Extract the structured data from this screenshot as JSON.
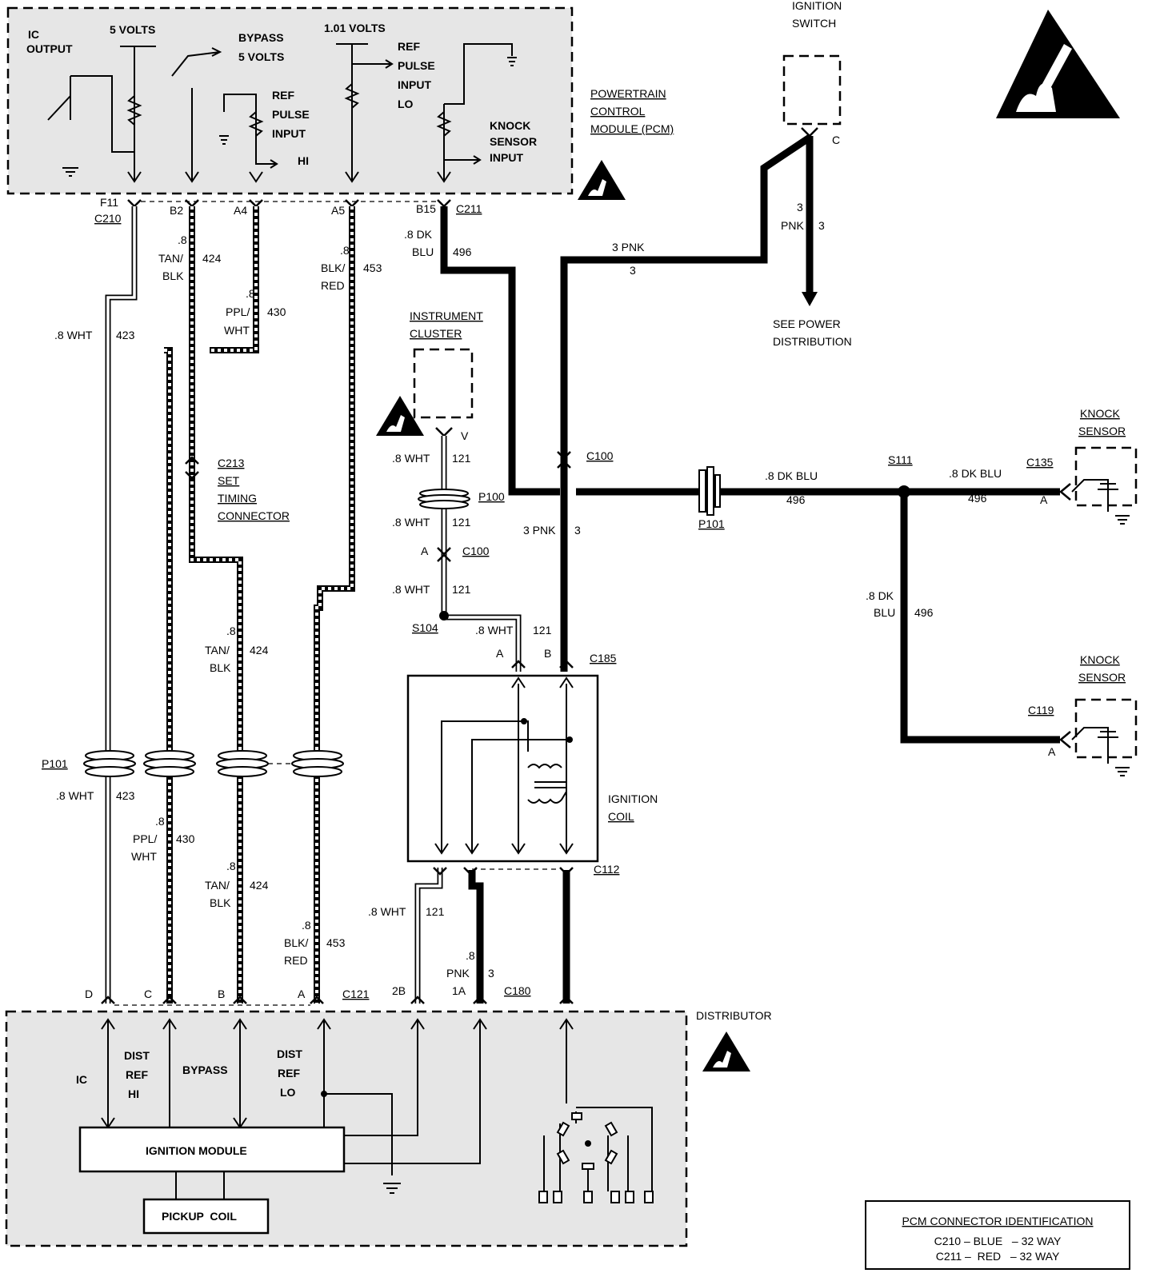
{
  "pcm": {
    "title_lines": [
      "POWERTRAIN",
      "CONTROL",
      "MODULE (PCM)"
    ],
    "ic_output": [
      "IC",
      "OUTPUT"
    ],
    "five_volts": "5 VOLTS",
    "bypass": [
      "BYPASS",
      "5 VOLTS"
    ],
    "ref_pulse_hi": [
      "REF",
      "PULSE",
      "INPUT",
      "HI"
    ],
    "volts_101": "1.01 VOLTS",
    "ref_pulse_lo": [
      "REF",
      "PULSE",
      "INPUT",
      "LO"
    ],
    "knock": [
      "KNOCK",
      "SENSOR",
      "INPUT"
    ]
  },
  "ignition_switch": {
    "lines": [
      "IGNITION",
      "SWITCH"
    ],
    "pin": "C"
  },
  "pcm_pins": {
    "f11": "F11",
    "c210": "C210",
    "b2": "B2",
    "a4": "A4",
    "a5": "A5",
    "b15": "B15",
    "c211": "C211"
  },
  "wires": {
    "w423_color": ".8 WHT",
    "w423_num": "423",
    "w424_gauge": ".8",
    "w424_color": [
      "TAN/",
      "BLK"
    ],
    "w424_num": "424",
    "w430_gauge": ".8",
    "w430_color": [
      "PPL/",
      "WHT"
    ],
    "w430_num": "430",
    "w453_gauge": ".8",
    "w453_color": [
      "BLK/",
      "RED"
    ],
    "w453_num": "453",
    "w496_a": ".8 DK",
    "w496_b": "BLU",
    "w496_num": "496",
    "pnk_top": "3 PNK",
    "pnk_num": "3",
    "sw_gauge": "3",
    "sw_color": "PNK",
    "sw_num": "3",
    "dkblu1": ".8 DK BLU",
    "dkblu2": ".8 DK BLU",
    "n496": "496",
    "dkblu_v_a": ".8 DK",
    "dkblu_v_b": "BLU",
    "w121_color": ".8 WHT",
    "w121_num": "121",
    "pnk_mid": "3 PNK",
    "pnk_gauge": ".8",
    "pnk_color": "PNK"
  },
  "see_power": [
    "SEE POWER",
    "DISTRIBUTION"
  ],
  "instrument_cluster": {
    "lines": [
      "INSTRUMENT",
      "CLUSTER"
    ],
    "pin": "V"
  },
  "connectors": {
    "c100": "C100",
    "p100": "P100",
    "p101": "P101",
    "s111": "S111",
    "s104": "S104",
    "c135": "C135",
    "c119": "C119",
    "c185": "C185",
    "c112": "C112",
    "c121": "C121",
    "c180": "C180",
    "c213": [
      "C213",
      "SET",
      "TIMING",
      "CONNECTOR"
    ],
    "pin_a": "A",
    "pin_b": "B",
    "pin_c": "C",
    "pin_d": "D",
    "pin_2b": "2B",
    "pin_1a": "1A"
  },
  "knock_sensor": [
    "KNOCK",
    "SENSOR"
  ],
  "ignition_coil": [
    "IGNITION",
    "COIL"
  ],
  "distributor": {
    "title": "DISTRIBUTOR",
    "ic": "IC",
    "dist_ref_hi": [
      "DIST",
      "REF",
      "HI"
    ],
    "bypass": "BYPASS",
    "dist_ref_lo": [
      "DIST",
      "REF",
      "LO"
    ],
    "module": "IGNITION MODULE",
    "pickup": "PICKUP  COIL"
  },
  "pcm_id": {
    "title": "PCM CONNECTOR IDENTIFICATION",
    "row1": "C210 – BLUE   – 32 WAY",
    "row2": "C211 –  RED   – 32 WAY"
  }
}
